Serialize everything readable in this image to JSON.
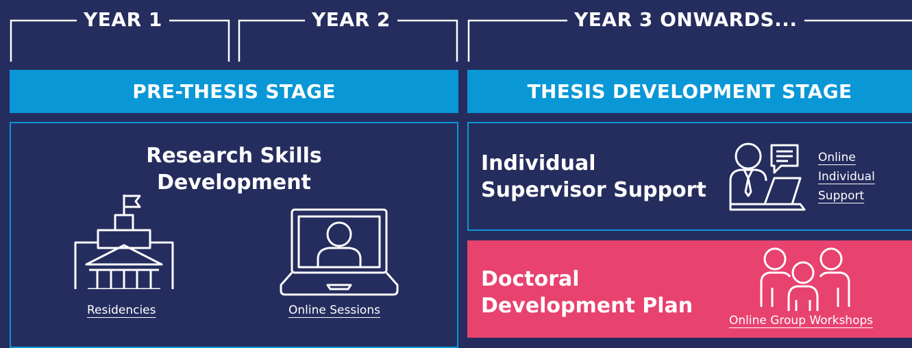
{
  "timeline": {
    "year1": "YEAR 1",
    "year2": "YEAR 2",
    "year3": "YEAR 3 ONWARDS..."
  },
  "stages": {
    "pre_thesis": "PRE-THESIS STAGE",
    "thesis_dev": "THESIS DEVELOPMENT STAGE"
  },
  "research": {
    "title_line1": "Research Skills",
    "title_line2": "Development",
    "residencies": "Residencies",
    "online_sessions": "Online Sessions"
  },
  "supervisor": {
    "title_line1": "Individual",
    "title_line2": "Supervisor Support",
    "link_line1": "Online",
    "link_line2": "Individual",
    "link_line3": "Support"
  },
  "ddp": {
    "title_line1": "Doctoral",
    "title_line2": "Development Plan",
    "link": "Online Group Workshops"
  },
  "colors": {
    "background": "#252d5e",
    "stage_blue": "#0a97d6",
    "pink": "#e8426f",
    "text": "#ffffff"
  },
  "icons": [
    "university-building-icon",
    "laptop-user-icon",
    "supervisor-chat-icon",
    "group-people-icon"
  ]
}
